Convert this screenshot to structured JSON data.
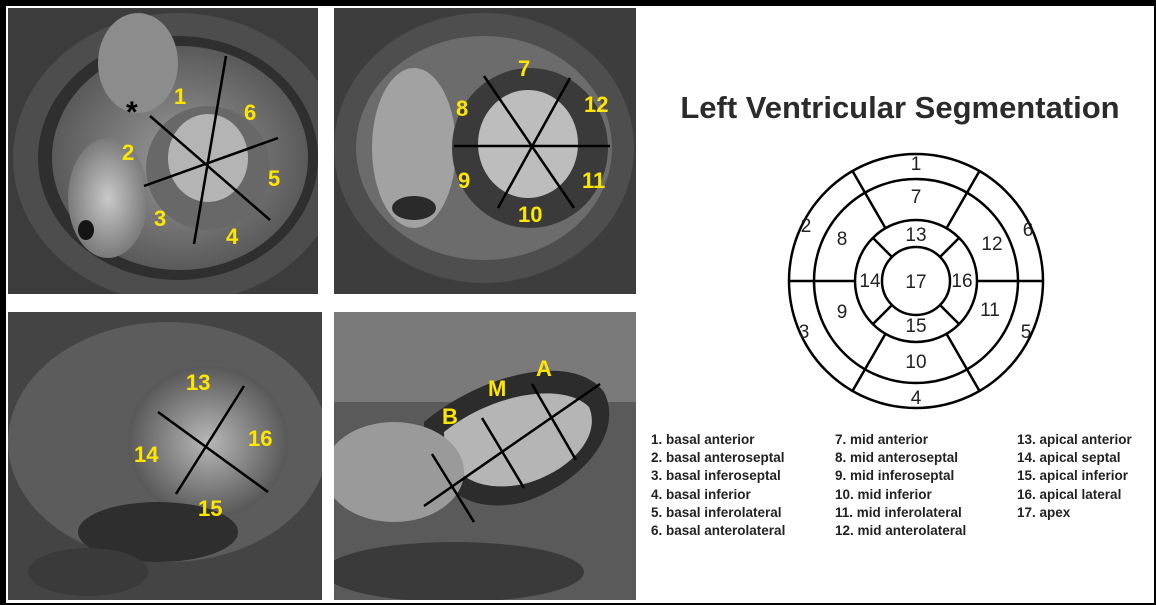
{
  "colors": {
    "label_yellow": "#ffe600",
    "line": "#000000",
    "title": "#2b2b2b"
  },
  "panels": {
    "basal": {
      "labels": [
        "1",
        "2",
        "3",
        "4",
        "5",
        "6"
      ],
      "marker": "*"
    },
    "mid": {
      "labels": [
        "7",
        "8",
        "9",
        "10",
        "11",
        "12"
      ]
    },
    "apical": {
      "labels": [
        "13",
        "14",
        "15",
        "16"
      ]
    },
    "long_axis": {
      "labels": [
        "B",
        "M",
        "A"
      ]
    }
  },
  "diagram": {
    "title": "Left Ventricular Segmentation",
    "outer_ring": [
      "1",
      "2",
      "3",
      "4",
      "5",
      "6"
    ],
    "mid_ring": [
      "7",
      "8",
      "9",
      "10",
      "11",
      "12"
    ],
    "apical_ring": [
      "13",
      "14",
      "15",
      "16"
    ],
    "apex": "17"
  },
  "legend": {
    "col1": [
      "1. basal anterior",
      "2. basal anteroseptal",
      "3. basal inferoseptal",
      "4. basal inferior",
      "5. basal inferolateral",
      "6. basal anterolateral"
    ],
    "col2": [
      "7. mid anterior",
      "8. mid anteroseptal",
      "9. mid inferoseptal",
      "10. mid inferior",
      "11. mid inferolateral",
      "12. mid anterolateral"
    ],
    "col3": [
      "13. apical anterior",
      "14. apical septal",
      "15. apical inferior",
      "16. apical lateral",
      "17. apex"
    ]
  }
}
